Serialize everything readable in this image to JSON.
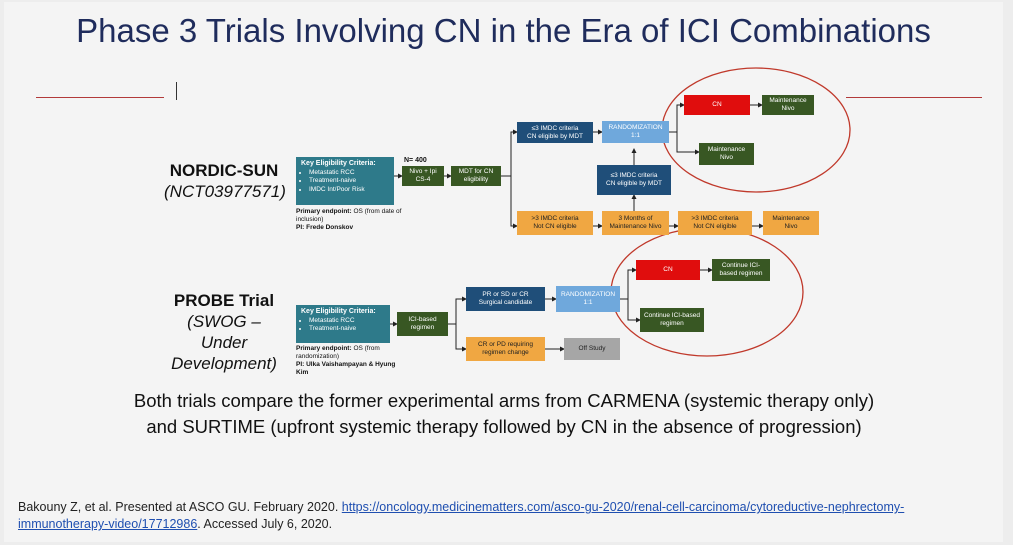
{
  "title": "Phase 3 Trials Involving CN in the Era of ICI Combinations",
  "nordic": {
    "name": "NORDIC-SUN",
    "id": "(NCT03977571)",
    "eligibility_header": "Key Eligibility Criteria:",
    "eligibility_items": [
      "Metastatic RCC",
      "Treatment-naive",
      "IMDC Int/Poor Risk"
    ],
    "endpoint_label": "Primary endpoint:",
    "endpoint_text": "OS (from date of inclusion)",
    "pi": "PI: Frede Donskov",
    "n": "N= 400",
    "nivo_ipi": "Nivo + Ipi CS-4",
    "mdt": "MDT for CN eligibility",
    "le3_top": "≤3 IMDC criteria",
    "cn_eligible_top": "CN eligible by MDT",
    "randomization": "RANDOMIZATION 1:1",
    "cn": "CN",
    "maint_nivo_1": "Maintenance Nivo",
    "maint_nivo_2": "Maintenance Nivo",
    "le3_mid": "≤3 IMDC criteria",
    "cn_eligible_mid": "CN eligible by MDT",
    "gt3_left": ">3 IMDC criteria",
    "not_cn_left": "Not CN eligible",
    "three_months": "3 Months of Maintenance Nivo",
    "gt3_right": ">3 IMDC criteria",
    "not_cn_right": "Not CN eligible",
    "maint_nivo_3": "Maintenance Nivo"
  },
  "probe": {
    "name": "PROBE Trial",
    "sub1": "(SWOG – Under",
    "sub2": "Development)",
    "eligibility_header": "Key Eligibility Criteria:",
    "eligibility_items": [
      "Metastatic RCC",
      "Treatment-naive"
    ],
    "endpoint_label": "Primary endpoint:",
    "endpoint_text": "OS (from randomization)",
    "pi": "PI: Ulka Vaishampayan & Hyung Kim",
    "ici_regimen": "ICI-based regimen",
    "pr_sd_cr": "PR or SD or CR",
    "surgical": "Surgical candidate",
    "randomization": "RANDOMIZATION 1:1",
    "cn": "CN",
    "continue_1": "Continue ICI-based regimen",
    "continue_2": "Continue ICI-based regimen",
    "cr_pd": "CR or PD requiring regimen change",
    "off_study": "Off Study"
  },
  "bottom_text_line1": "Both trials compare the former experimental arms from CARMENA (systemic therapy only)",
  "bottom_text_line2": "and SURTIME (upfront systemic therapy followed by CN in the absence of progression)",
  "citation_prefix": "Bakouny Z, et al. Presented at ASCO GU. February 2020. ",
  "citation_link": "https://oncology.medicinematters.com/asco-gu-2020/renal-cell-carcinoma/cytoreductive-nephrectomy-immunotherapy-video/17712986",
  "citation_suffix": ". Accessed July 6, 2020.",
  "colors": {
    "title": "#1f2c5c",
    "teal": "#2e7a8a",
    "navy": "#1f4e79",
    "green": "#385723",
    "orange": "#f0a742",
    "red": "#e00d0d",
    "circle": "#c0392b"
  }
}
